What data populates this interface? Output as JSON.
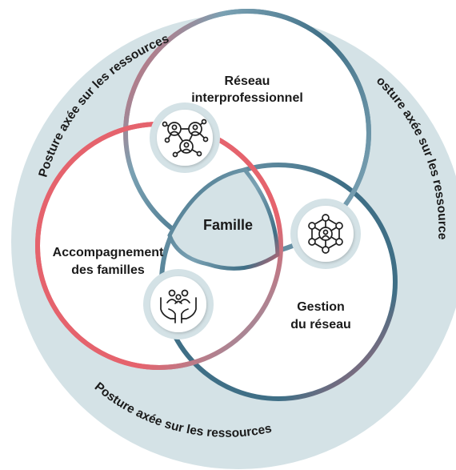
{
  "outer_ring": {
    "label_left": "Posture axée sur les ressources",
    "label_right": "Posture axée sur les ressources",
    "label_bottom": "Posture axée sur les ressources"
  },
  "circles": {
    "top": {
      "line1": "Réseau",
      "line2": "interprofessionnel",
      "icon": "network-people-icon"
    },
    "left": {
      "line1": "Accompagnement",
      "line2": "des familles",
      "icon": "family-hands-icon"
    },
    "right": {
      "line1": "Gestion",
      "line2": "du réseau",
      "icon": "hub-network-icon"
    }
  },
  "center": {
    "label": "Famille"
  },
  "colors": {
    "ring": "#d4e2e6",
    "teal_dark": "#3e6e86",
    "teal_light": "#78a0b2",
    "coral": "#e5636d",
    "center": "#d4e2e6"
  }
}
